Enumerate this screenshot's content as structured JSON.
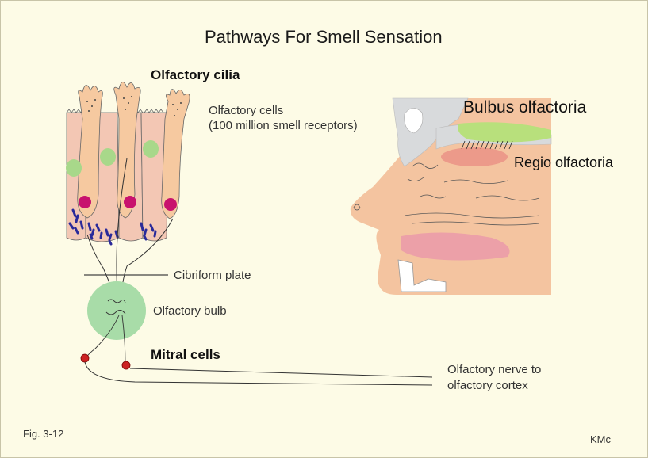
{
  "title": "Pathways For Smell Sensation",
  "labels": {
    "olfactory_cilia": "Olfactory cilia",
    "olfactory_cells_line1": "Olfactory cells",
    "olfactory_cells_line2": "(100 million smell receptors)",
    "cribriform_plate": "Cibriform plate",
    "olfactory_bulb": "Olfactory bulb",
    "mitral_cells": "Mitral cells",
    "nerve_line1": "Olfactory nerve to",
    "nerve_line2": "olfactory cortex",
    "bulbus_olfactoria": "Bulbus olfactoria",
    "regio_olfactoria": "Regio olfactoria"
  },
  "footer": {
    "figure": "Fig. 3-12",
    "author": "KMc"
  },
  "colors": {
    "background": "#fdfbe6",
    "support_cell": "#f3c7b4",
    "receptor_cell": "#f6c9a0",
    "nucleus_green": "#a8d88a",
    "nucleus_magenta": "#c8126e",
    "bulb": "#a8dca8",
    "mitral": "#cc2222",
    "skin": "#f4c4a0",
    "bone": "#d8dadc",
    "bulbus_green": "#b8e07c",
    "regio_pink": "#ec9a8a",
    "tongue_pink": "#eca0a8"
  }
}
